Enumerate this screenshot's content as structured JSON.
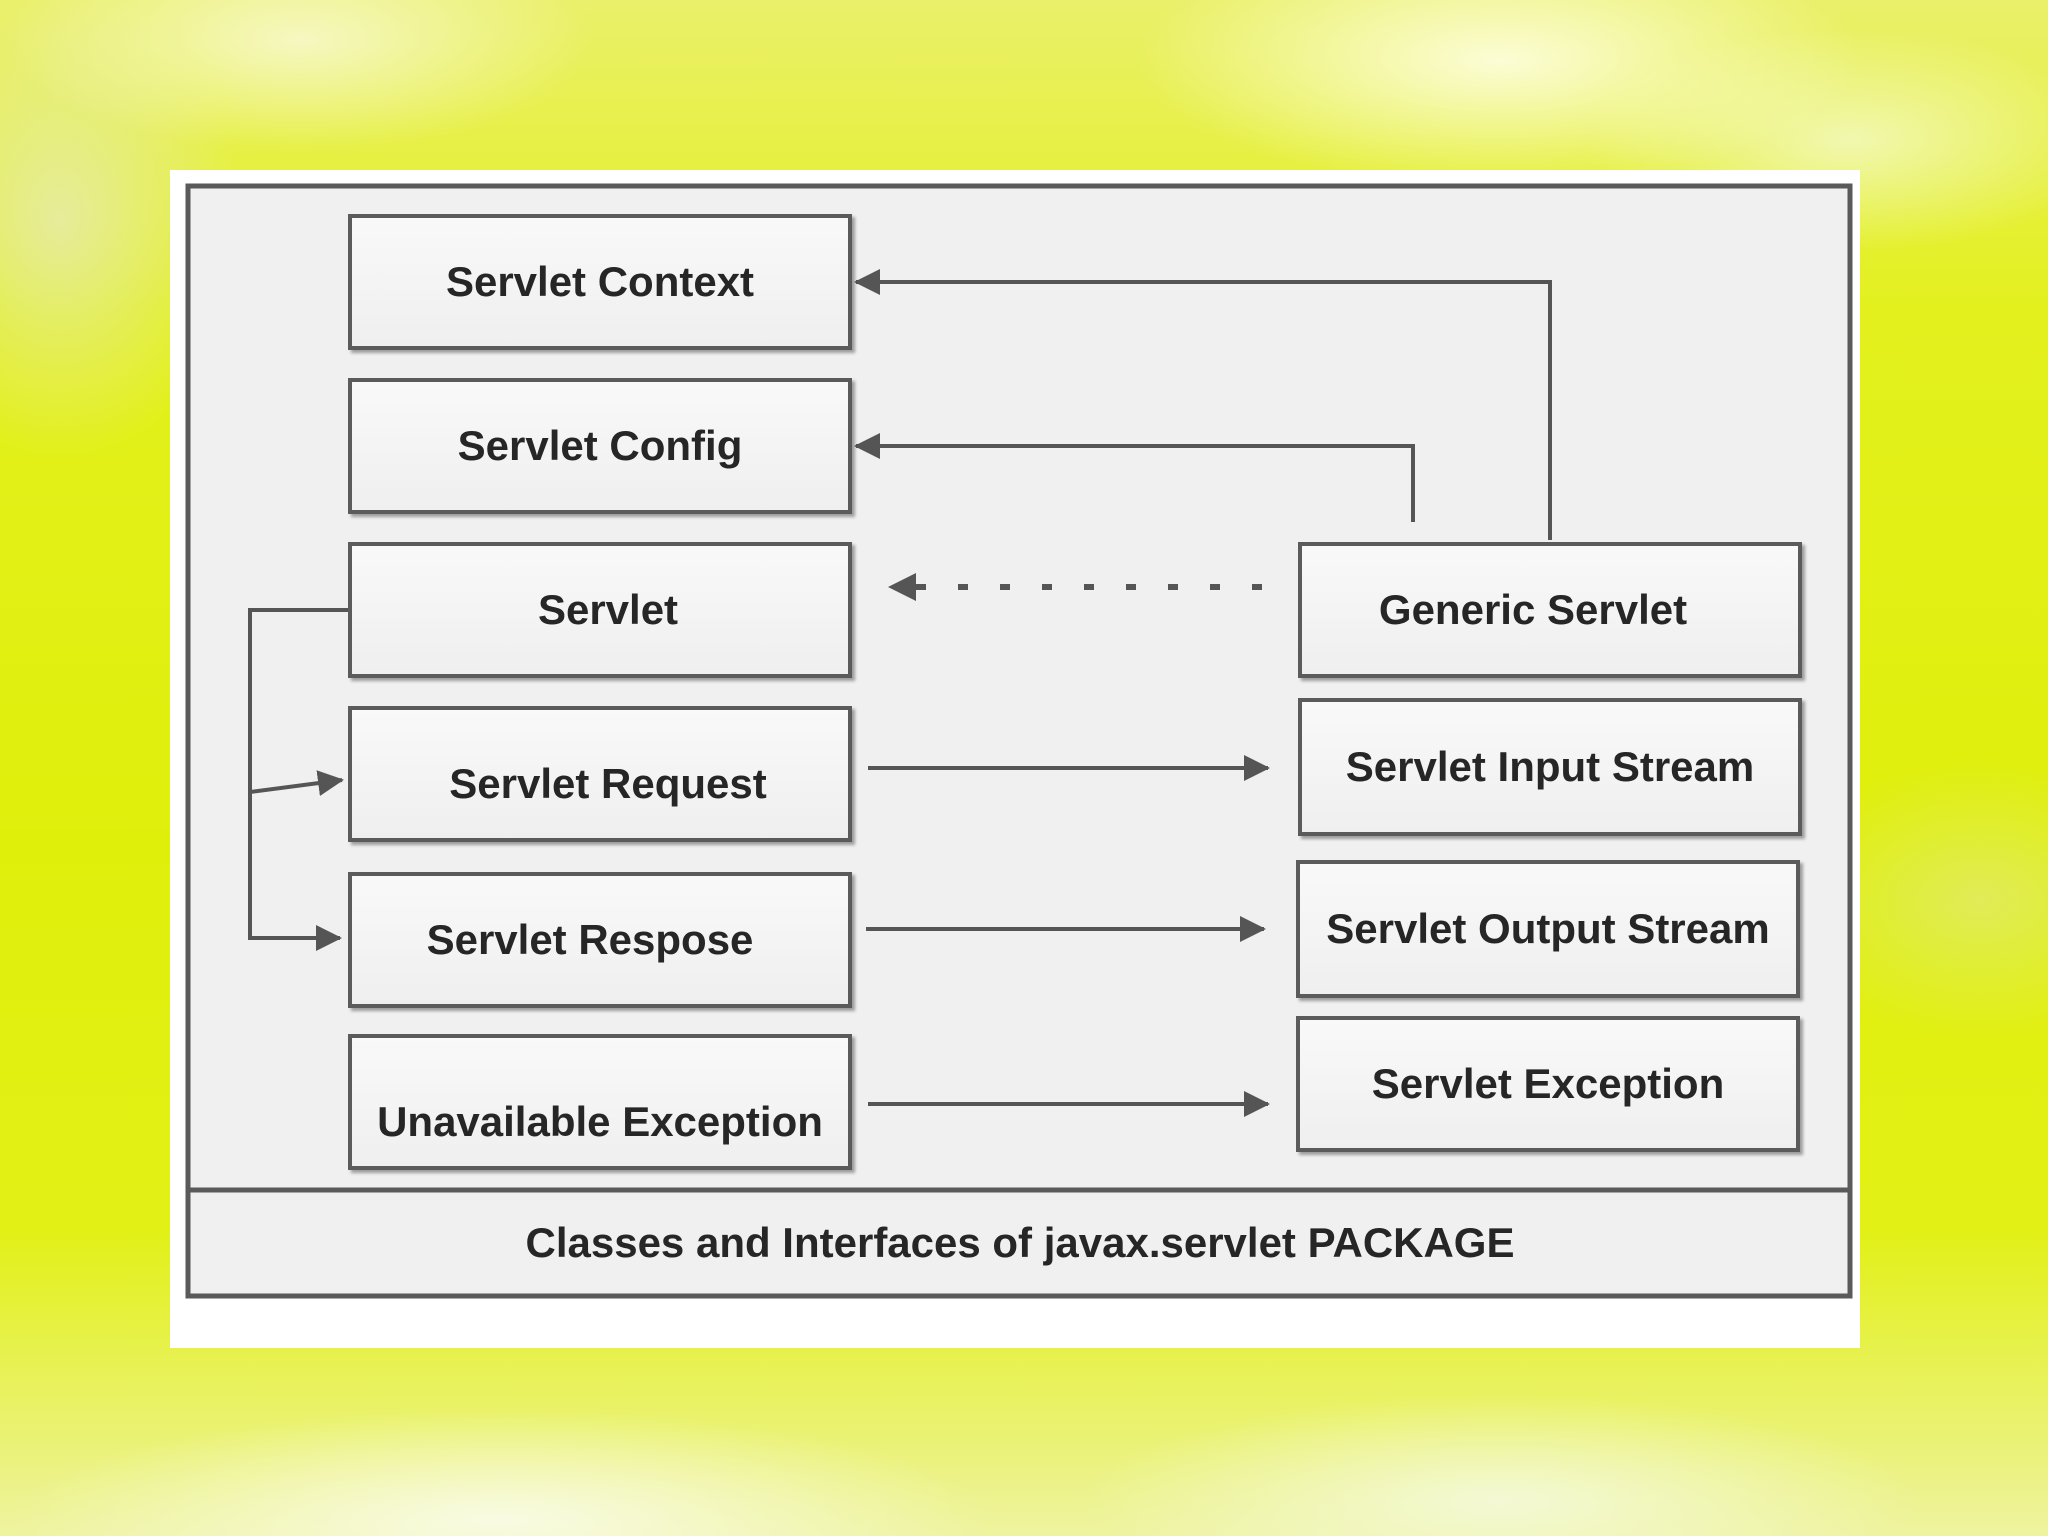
{
  "diagram": {
    "boxes": {
      "servlet_context": "Servlet Context",
      "servlet_config": "Servlet Config",
      "servlet": "Servlet",
      "servlet_request": "Servlet Request",
      "servlet_response": "Servlet Respose",
      "unavailable_exception": "Unavailable Exception",
      "generic_servlet": "Generic Servlet",
      "servlet_input_stream": "Servlet Input Stream",
      "servlet_output_stream": "Servlet Output Stream",
      "servlet_exception": "Servlet Exception"
    },
    "footer": "Classes and Interfaces of javax.servlet PACKAGE",
    "colors": {
      "box_border": "#5b5b5b",
      "connector": "#555555",
      "text": "#262626",
      "background_yellow": "#e0ef0a"
    }
  }
}
